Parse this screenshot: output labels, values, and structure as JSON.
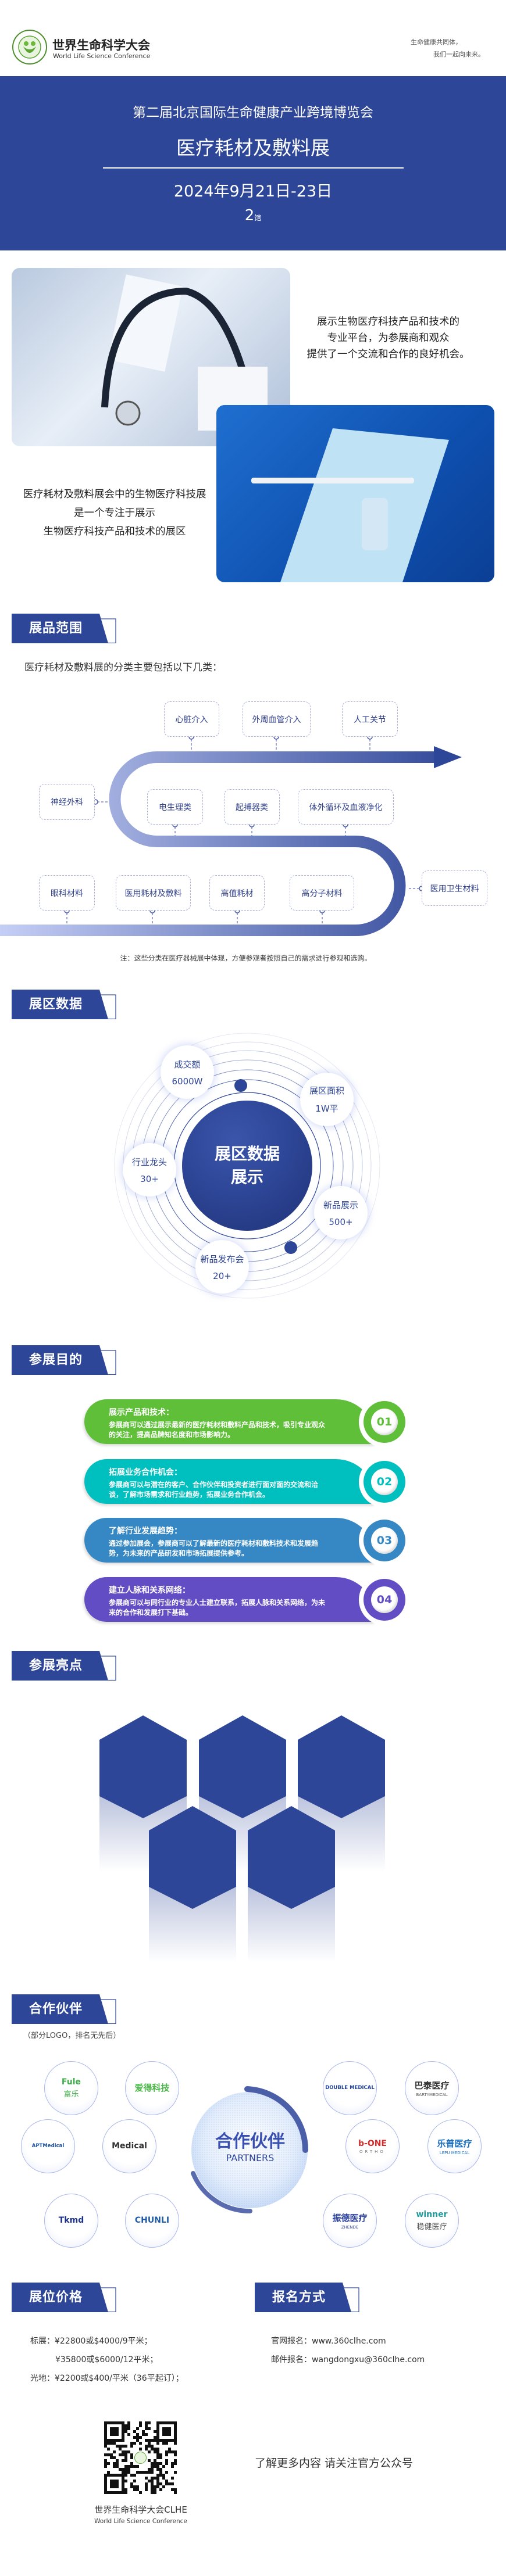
{
  "header": {
    "org_cn": "世界生命科学大会",
    "org_en": "World Life Science Conference",
    "slogan_1": "生命健康共同体，",
    "slogan_2": "我们一起向未来。"
  },
  "hero": {
    "expo": "第二届北京国际生命健康产业跨境博览会",
    "title": "医疗耗材及敷料展",
    "date": "2024年9月21日-23日",
    "hall_no": "2",
    "hall_unit": "馆"
  },
  "intro": {
    "right": [
      "展示生物医疗科技产品和技术的",
      "专业平台，为参展商和观众",
      "提供了一个交流和合作的良好机会。"
    ],
    "left": [
      "医疗耗材及敷料展会中的生物医疗科技展",
      "是一个专注于展示",
      "生物医疗科技产品和技术的展区"
    ]
  },
  "scope": {
    "heading": "展品范围",
    "lead": "医疗耗材及敷料展的分类主要包括以下几类：",
    "top": [
      "心脏介入",
      "外周血管介入",
      "人工关节"
    ],
    "left": "神经外科",
    "middle": [
      "电生理类",
      "起搏器类",
      "体外循环及血液净化"
    ],
    "bottom": [
      "眼科材料",
      "医用耗材及敷料",
      "高值耗材",
      "高分子材料"
    ],
    "right": "医用卫生材料",
    "note": "注：这些分类在医疗器械展中体现，方便参观者按照自己的需求进行参观和选购。"
  },
  "zone": {
    "heading": "展区数据",
    "center_1": "展区数据",
    "center_2": "展示",
    "items": [
      {
        "label": "成交额",
        "value": "6000W"
      },
      {
        "label": "展区面积",
        "value": "1W平"
      },
      {
        "label": "行业龙头",
        "value": "30+"
      },
      {
        "label": "新品展示",
        "value": "500+"
      },
      {
        "label": "新品发布会",
        "value": "20+"
      }
    ]
  },
  "purpose": {
    "heading": "参展目的",
    "items": [
      {
        "num": "01",
        "title": "展示产品和技术：",
        "desc": "参展商可以通过展示最新的医疗耗材和敷料产品和技术，吸引专业观众的关注，提高品牌知名度和市场影响力。",
        "color": "#5fbf38"
      },
      {
        "num": "02",
        "title": "拓展业务合作机会：",
        "desc": "参展商可以与潜在的客户、合作伙伴和投资者进行面对面的交流和洽谈，了解市场需求和行业趋势，拓展业务合作机会。",
        "color": "#00bfbf"
      },
      {
        "num": "03",
        "title": "了解行业发展趋势：",
        "desc": "通过参加展会，参展商可以了解最新的医疗耗材和敷料技术和发展趋势，为未来的产品研发和市场拓展提供参考。",
        "color": "#3588c4"
      },
      {
        "num": "04",
        "title": "建立人脉和关系网络：",
        "desc": "参展商可以与同行业的专业人士建立联系，拓展人脉和关系网络，为未来的合作和发展打下基础。",
        "color": "#634dc4"
      }
    ]
  },
  "highlights": {
    "heading": "参展亮点"
  },
  "partners": {
    "heading": "合作伙伴",
    "note": "（部分LOGO，排名无先后）",
    "center_cn": "合作伙伴",
    "center_en": "PARTNERS",
    "logos": [
      {
        "a": "Fule",
        "b": "富乐",
        "c1": "#3fae49",
        "c2": "#3fae49"
      },
      {
        "a": "爱得科技",
        "b": "",
        "c1": "#4cb84a",
        "c2": "#4cb84a"
      },
      {
        "a": "DOUBLE MEDICAL",
        "b": "",
        "c1": "#1e3f9a",
        "c2": "#1e3f9a"
      },
      {
        "a": "巴泰医疗",
        "b": "BARTYMEDICAL",
        "c1": "#333333",
        "c2": "#555555"
      },
      {
        "a": "APTMedical",
        "b": "",
        "c1": "#1d4fa0",
        "c2": "#1d4fa0"
      },
      {
        "a": "Medical",
        "b": "",
        "c1": "#333333",
        "c2": "#d52b2b"
      },
      {
        "a": "b-ONE",
        "b": "ORTHO",
        "c1": "#d52b2b",
        "c2": "#777777"
      },
      {
        "a": "乐普医疗",
        "b": "LEPU MEDICAL",
        "c1": "#1a6fc0",
        "c2": "#1a6fc0"
      },
      {
        "a": "Tkmd",
        "b": "",
        "c1": "#1b2f8a",
        "c2": "#f08a1c"
      },
      {
        "a": "CHUNLI",
        "b": "",
        "c1": "#1e5aa8",
        "c2": "#1e5aa8"
      },
      {
        "a": "振德医疗",
        "b": "ZHENDE",
        "c1": "#2a3f9a",
        "c2": "#2a3f9a"
      },
      {
        "a": "winner",
        "b": "稳健医疗",
        "c1": "#1a9a9a",
        "c2": "#555555"
      }
    ]
  },
  "price": {
    "heading": "展位价格",
    "lines": [
      "标展：¥22800或$4000/9平米；",
      "¥35800或$6000/12平米；",
      "光地：¥2200或$400/平米（36平起订）；"
    ]
  },
  "signup": {
    "heading": "报名方式",
    "web": "官网报名：www.360clhe.com",
    "mail": "邮件报名：wangdongxu@360clhe.com"
  },
  "footer": {
    "qr_caption": "世界生命科学大会CLHE",
    "qr_caption_en": "World Life Science Conference",
    "follow": "了解更多内容 请关注官方公众号"
  },
  "colors": {
    "brand": "#2e4697",
    "flow_light": "#c5cef5"
  }
}
